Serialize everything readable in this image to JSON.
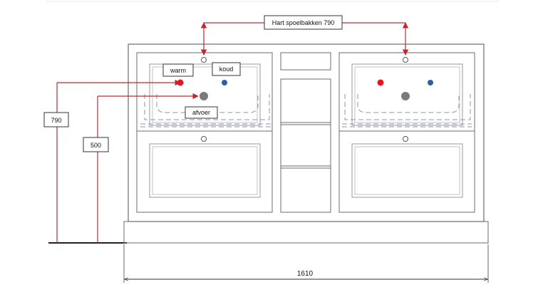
{
  "labels": {
    "hart": "Hart spoelbakken  790",
    "warm": "warm",
    "koud": "koud",
    "afvoer": "afvoer",
    "height_790": "790",
    "height_500": "500",
    "width_1610": "1610"
  },
  "colors": {
    "line": "#6b6b6b",
    "dark": "#333333",
    "dimension": "#c0282d",
    "warm": "#e8141e",
    "koud": "#2b5fa6",
    "afvoer": "#7a7a7a",
    "dashed": "#8a96b8"
  },
  "icons": {
    "warm": "red-circle-icon",
    "koud": "blue-circle-icon",
    "afvoer": "grey-circle-icon"
  }
}
